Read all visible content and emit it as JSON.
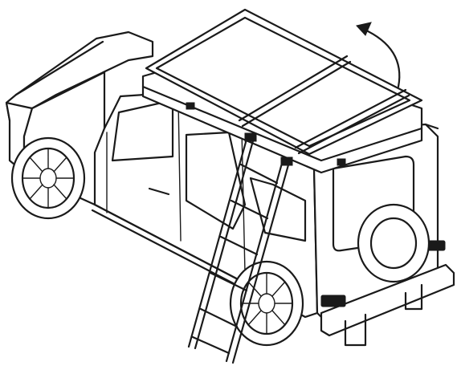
{
  "figure": {
    "subject": "suv-with-rooftop-tent",
    "elements": [
      "vehicle-body",
      "rooftop-tent-shell",
      "tent-crossbars",
      "opening-arrow",
      "access-ladder",
      "spare-wheel",
      "front-wheel",
      "rear-wheel"
    ],
    "colors": {
      "line": "#1a1a1a",
      "background": "#ffffff"
    }
  }
}
